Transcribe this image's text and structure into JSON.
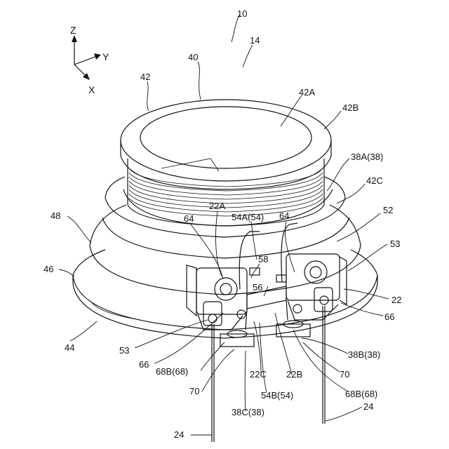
{
  "figure": {
    "axes": {
      "z": "Z",
      "y": "Y",
      "x": "X"
    },
    "labels": {
      "l10": "10",
      "l14": "14",
      "l40": "40",
      "l42": "42",
      "l42A": "42A",
      "l42B": "42B",
      "l38A": "38A(38)",
      "l42C": "42C",
      "l52": "52",
      "l53r": "53",
      "l22A": "22A",
      "l64a": "64",
      "l54A": "54A(54)",
      "l64b": "64",
      "l48": "48",
      "l58": "58",
      "l46": "46",
      "l56": "56",
      "l22": "22",
      "l66r": "66",
      "l44": "44",
      "l53l": "53",
      "l66l": "66",
      "l68Bl": "68B(68)",
      "l22C": "22C",
      "l22B": "22B",
      "l38B": "38B(38)",
      "l70r": "70",
      "l70l": "70",
      "l54B": "54B(54)",
      "l68Br": "68B(68)",
      "l38C": "38C(38)",
      "l24r": "24",
      "l24l": "24"
    }
  }
}
